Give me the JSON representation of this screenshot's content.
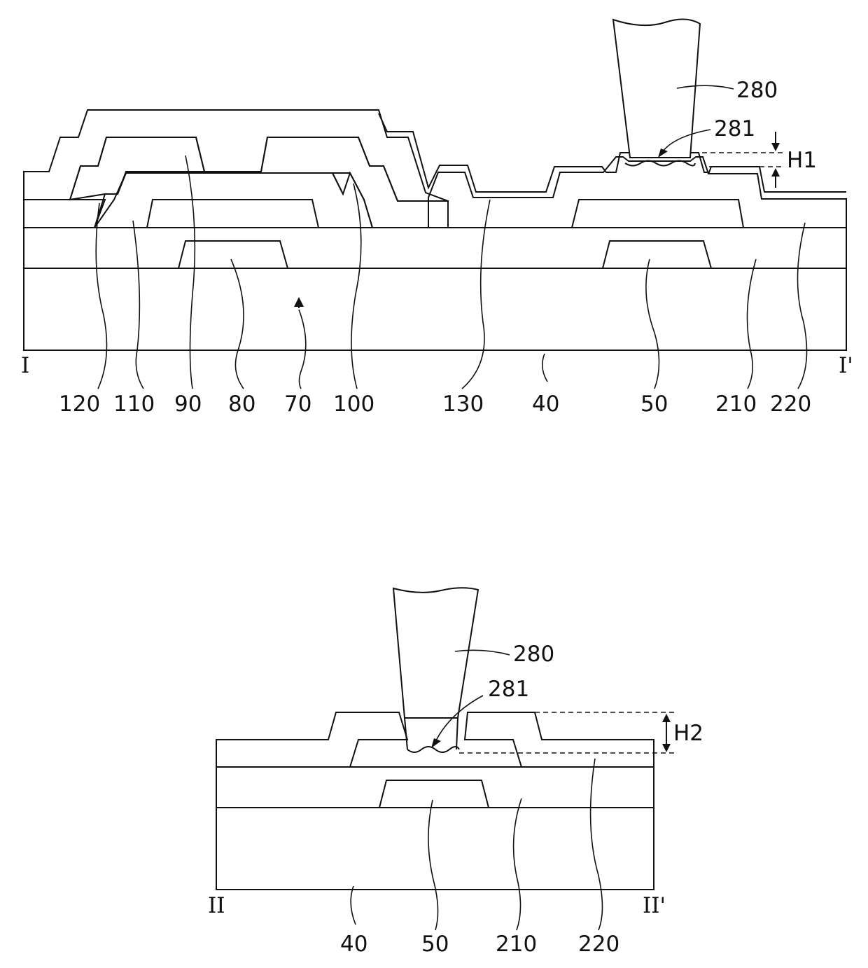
{
  "figure_top": {
    "section_start": "I",
    "section_end": "I'",
    "labels": {
      "l280": "280",
      "l281": "281",
      "h1": "H1",
      "l120": "120",
      "l110": "110",
      "l90": "90",
      "l80": "80",
      "l70": "70",
      "l100": "100",
      "l130": "130",
      "l40": "40",
      "l50": "50",
      "l210": "210",
      "l220": "220"
    }
  },
  "figure_bottom": {
    "section_start": "II",
    "section_end": "II'",
    "labels": {
      "l280": "280",
      "l281": "281",
      "h2": "H2",
      "l40": "40",
      "l50": "50",
      "l210": "210",
      "l220": "220"
    }
  }
}
